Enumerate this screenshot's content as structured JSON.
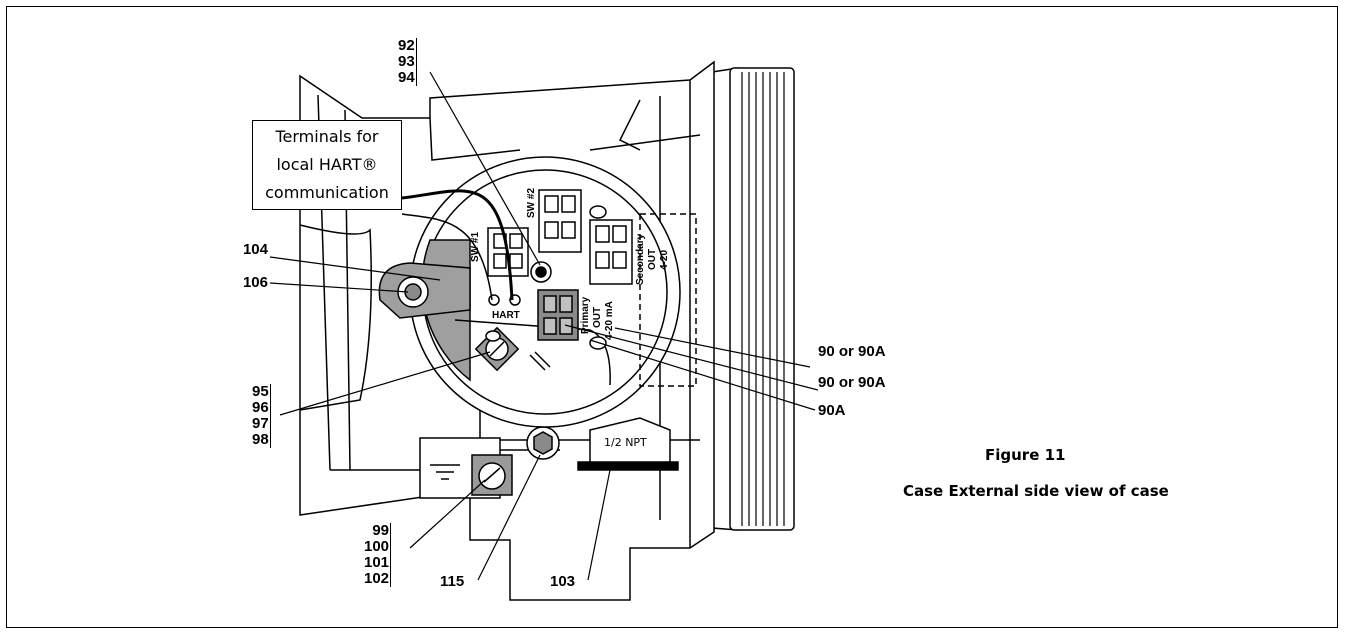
{
  "callout": {
    "line1": "Terminals for",
    "line2": "local HART®",
    "line3": "communication"
  },
  "labels": {
    "top_stack": [
      "92",
      "93",
      "94"
    ],
    "left_stack": [
      "95",
      "96",
      "97",
      "98"
    ],
    "bottom_stack": [
      "99",
      "100",
      "101",
      "102"
    ],
    "l104": "104",
    "l106": "106",
    "l115": "115",
    "l103": "103",
    "r1": "90 or 90A",
    "r2": "90 or 90A",
    "r3": "90A"
  },
  "board_text": {
    "sw1": "SW #1",
    "sw2": "SW #2",
    "secondary": "Secondary",
    "out": "OUT",
    "range2": "4-20",
    "primary": "Primary",
    "out_primary": "OUT",
    "range1": "4-20 mA",
    "hart": "HART",
    "conduit": "1/2 NPT"
  },
  "caption": {
    "figure": "Figure 11",
    "description": "Case External side view of case"
  }
}
